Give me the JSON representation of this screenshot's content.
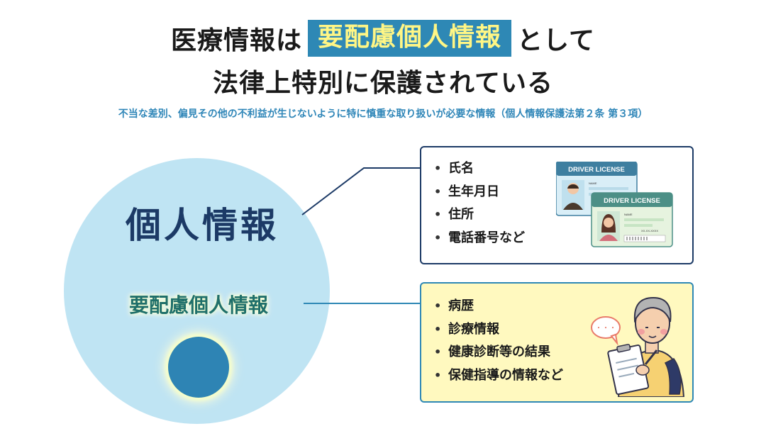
{
  "header": {
    "title_prefix": "医療情報は",
    "title_highlight": "要配慮個人情報",
    "title_suffix": "として",
    "title_line2": "法律上特別に保護されている",
    "subtitle": "不当な差別、偏見その他の不利益が生じないように特に慎重な取り扱いが必要な情報（個人情報保護法第２条 第３項）"
  },
  "diagram": {
    "outer_label": "個人情報",
    "inner_label": "要配慮個人情報"
  },
  "personal_info": {
    "items": [
      "氏名",
      "生年月日",
      "住所",
      "電話番号など"
    ],
    "card_title_back": "DRIVER LICENSE",
    "card_title_front": "DRIVER LICENSE",
    "card_field_name": "NAME",
    "card_field_id": "XX-XX-XXXX"
  },
  "sensitive_info": {
    "items": [
      "病歴",
      "診療情報",
      "健康診断等の結果",
      "保健指導の情報など"
    ],
    "speech_bubble": "・・・"
  },
  "colors": {
    "highlight_bg": "#2e88b5",
    "highlight_text": "#fff685",
    "circle": "#bfe4f3",
    "dark_navy": "#1c3a66",
    "sensitive_box": "#fff9bf"
  }
}
